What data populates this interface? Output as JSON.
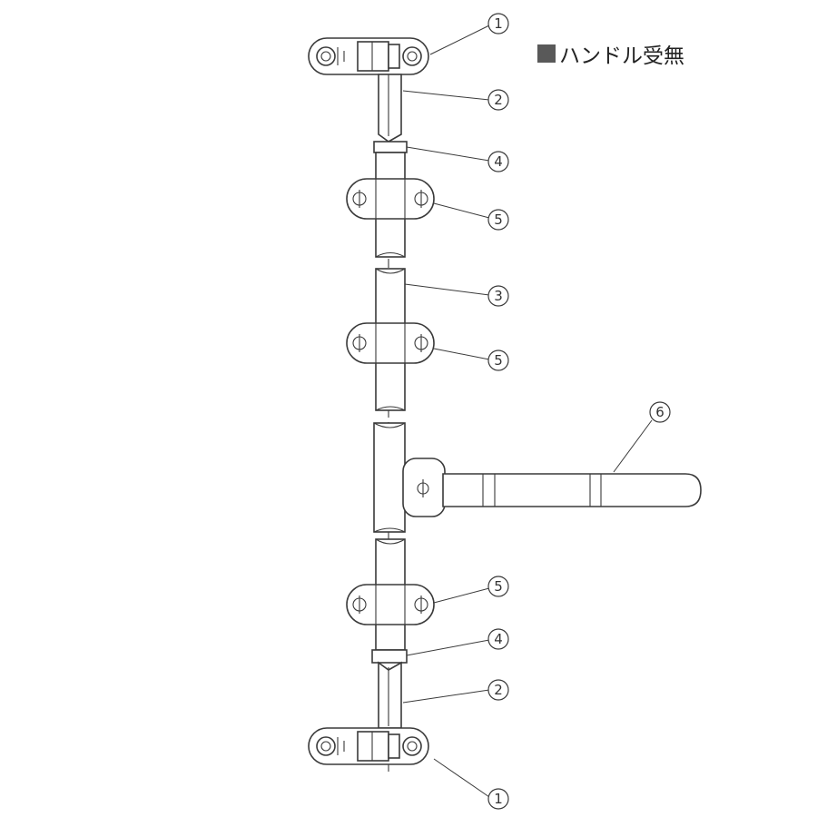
{
  "legend": {
    "marker_color": "#595959",
    "text": "ハンドル受無"
  },
  "callouts": [
    {
      "label": "1"
    },
    {
      "label": "2"
    },
    {
      "label": "4"
    },
    {
      "label": "5"
    },
    {
      "label": "3"
    },
    {
      "label": "5"
    },
    {
      "label": "6"
    },
    {
      "label": "5"
    },
    {
      "label": "4"
    },
    {
      "label": "2"
    },
    {
      "label": "1"
    }
  ]
}
